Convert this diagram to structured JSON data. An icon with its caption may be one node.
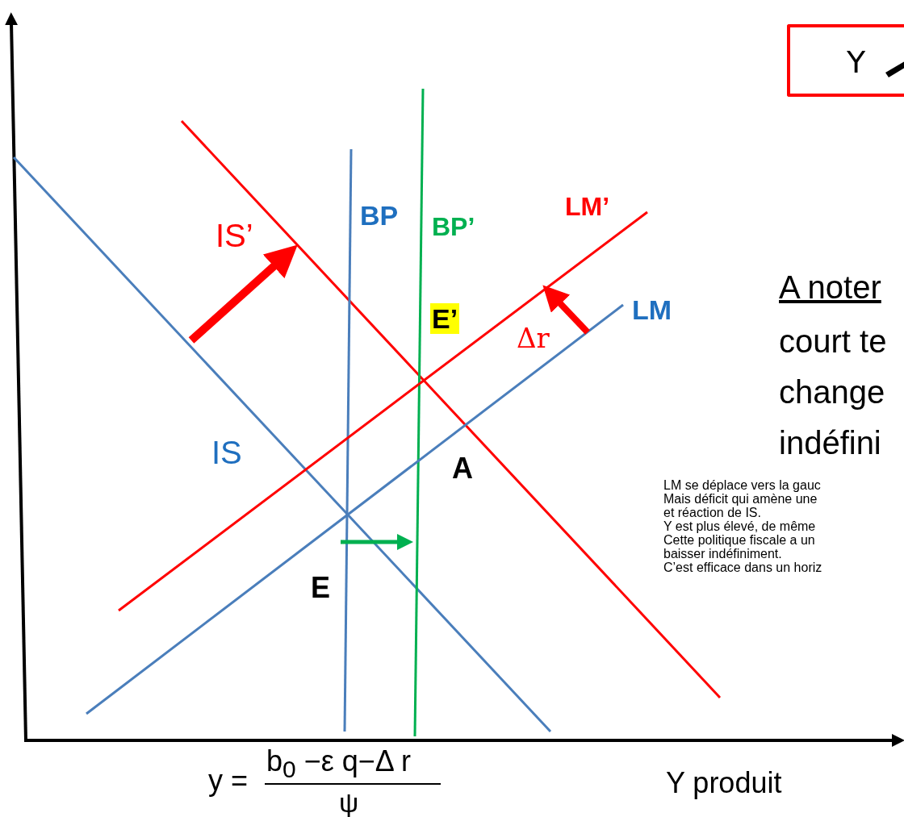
{
  "diagram": {
    "nodes": [
      {
        "text": [
          "Y"
        ]
      }
    ],
    "edges": [],
    "labels": [
      "BP",
      "BP’",
      "LM’",
      "IS’",
      "A noter",
      "LM",
      "E’",
      "Δr",
      "court te",
      "change",
      "IS",
      "indéfini",
      "A",
      "LM se déplace vers la gauc",
      "Mais déficit qui amène une",
      "et réaction de IS.",
      "Y est plus élevé, de même",
      "Cette politique fiscale a un",
      "baisser indéfiniment.",
      "C’est efficace dans un horiz",
      "E",
      "y =",
      "b$_{0}$ −ε q−Δ r",
      "ψ",
      "Y produit"
    ]
  }
}
